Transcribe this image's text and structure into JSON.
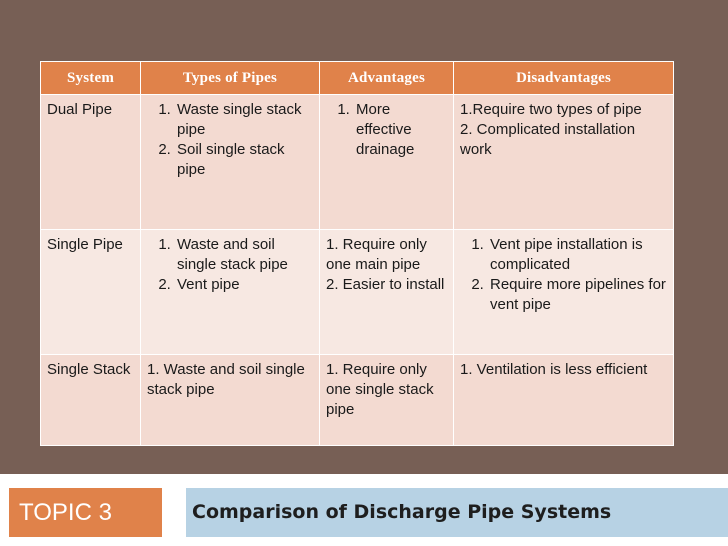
{
  "table": {
    "headers": [
      "System",
      "Types of Pipes",
      "Advantages",
      "Disadvantages"
    ],
    "rows": [
      {
        "system": "Dual Pipe",
        "types": [
          "Waste single stack pipe",
          "Soil single stack pipe"
        ],
        "advantages": [
          "More effective drainage"
        ],
        "disadvantages": [
          "1.Require two types of pipe",
          "2. Complicated installation work"
        ]
      },
      {
        "system": "Single Pipe",
        "types": [
          "Waste and soil single stack pipe",
          "Vent pipe"
        ],
        "advantages": [
          "1. Require only one main pipe",
          "2. Easier to install"
        ],
        "disadvantages": [
          "Vent pipe installation is complicated",
          "Require more pipelines for vent pipe"
        ]
      },
      {
        "system": "Single Stack",
        "types": [
          "1. Waste and soil single stack pipe"
        ],
        "advantages": [
          "1. Require only one single stack pipe"
        ],
        "disadvantages": [
          "1. Ventilation is less efficient"
        ]
      }
    ]
  },
  "footer": {
    "topic": "TOPIC 3",
    "title": "Comparison of Discharge Pipe Systems"
  },
  "colors": {
    "background": "#775f55",
    "accent": "#e0824a",
    "title_bar": "#b7d2e4"
  }
}
